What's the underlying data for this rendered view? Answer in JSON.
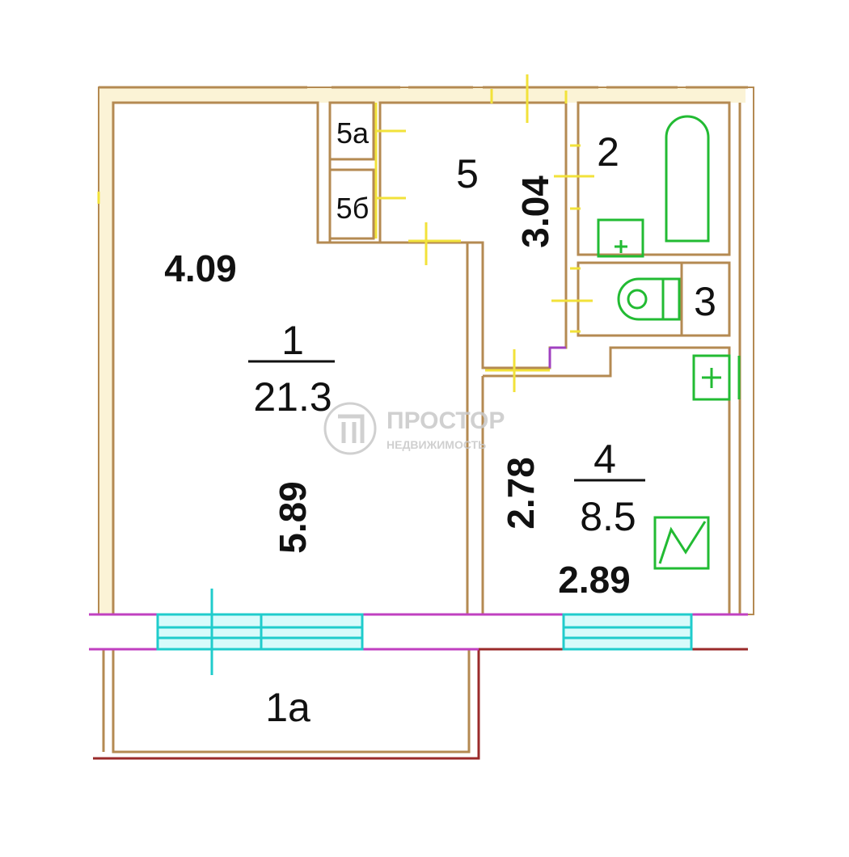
{
  "title": "Floor plan",
  "rooms": [
    {
      "id": "1",
      "area": "21.3",
      "width": "4.09",
      "length": "5.89"
    },
    {
      "id": "1a"
    },
    {
      "id": "2"
    },
    {
      "id": "3"
    },
    {
      "id": "4",
      "area": "8.5",
      "width": "2.89",
      "length": "2.78"
    },
    {
      "id": "5",
      "length": "3.04"
    },
    {
      "id": "5a"
    },
    {
      "id": "5б"
    }
  ],
  "watermark": {
    "brand": "ПРОСТОР",
    "subtitle": "НЕДВИЖИМОСТЬ"
  },
  "colors": {
    "wall": "#b48a52",
    "fixture": "#22bb33",
    "window": "#20cccc",
    "door": "#f2e23a",
    "exterior": "#c040c0"
  }
}
